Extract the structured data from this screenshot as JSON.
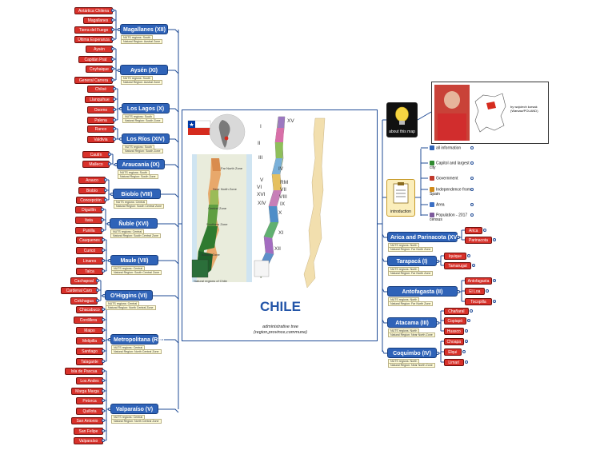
{
  "title": "CHILE",
  "subtitle_line1": "administrative tree",
  "subtitle_line2": "(region,province,commune)",
  "map_caption": "Natural regions of Chile",
  "map_zone_labels": [
    "Far North Zone",
    "Near North Zone",
    "Central Zone",
    "Southern Zone",
    "Austral Zone"
  ],
  "roman_numerals": [
    "I",
    "XV",
    "II",
    "III",
    "IV",
    "V",
    "RM",
    "VI",
    "VII",
    "XVI",
    "VIII",
    "XIV",
    "IX",
    "X",
    "XI",
    "XII"
  ],
  "about_label": "about this map",
  "author": "by wojciech korsak (Warsaw/POLAND)",
  "intro_label": "introduction",
  "intro_items": [
    {
      "name": "all information",
      "icon": "info-icon"
    },
    {
      "name": "Capitol and largest city",
      "icon": "flag-icon"
    },
    {
      "name": "Government",
      "icon": "government-icon"
    },
    {
      "name": "Independence from Spain",
      "icon": "independence-icon"
    },
    {
      "name": "Area",
      "icon": "area-icon"
    },
    {
      "name": "Population - 2017 census",
      "icon": "population-icon"
    }
  ],
  "left_regions": [
    {
      "name": "Magallanes (XII)",
      "notes": [
        "NUTS regions: South",
        "Natural Region: Austral Zone"
      ],
      "provinces": [
        "Antártica Chilena",
        "Magallanes",
        "Tierra del Fuego",
        "Última Esperanza"
      ]
    },
    {
      "name": "Aysén (XI)",
      "notes": [
        "NUTS regions: South",
        "Natural Region: Austral Zone"
      ],
      "provinces": [
        "Aysén",
        "Capitán Prat",
        "Coyhaique",
        "General Carrera"
      ]
    },
    {
      "name": "Los Lagos (X)",
      "notes": [
        "NUTS regions: South",
        "Natural Region: South Zone"
      ],
      "provinces": [
        "Chiloé",
        "Llanquihue",
        "Osorno",
        "Palena"
      ]
    },
    {
      "name": "Los Ríos (XIV)",
      "notes": [
        "NUTS regions: South",
        "Natural Region: South Zone"
      ],
      "provinces": [
        "Ranco",
        "Valdivia"
      ]
    },
    {
      "name": "Araucanía (IX)",
      "notes": [
        "NUTS regions: South",
        "Natural Region: South Zone"
      ],
      "provinces": [
        "Cautín",
        "Malleco"
      ]
    },
    {
      "name": "Biobío (VIII)",
      "notes": [
        "NUTS regions: Central",
        "Natural Region: South Central Zone"
      ],
      "provinces": [
        "Arauco",
        "Biobío",
        "Concepción"
      ]
    },
    {
      "name": "Ñuble (XVI)",
      "notes": [
        "NUTS regions: Central",
        "Natural Region: South Central Zone"
      ],
      "provinces": [
        "Diguillín",
        "Itata",
        "Punilla"
      ]
    },
    {
      "name": "Maule (VII)",
      "notes": [
        "NUTS regions: Central",
        "Natural Region: South Central Zone"
      ],
      "provinces": [
        "Cauquenes",
        "Curicó",
        "Linares",
        "Talca"
      ]
    },
    {
      "name": "O'Higgins (VI)",
      "notes": [
        "NUTS regions: Central",
        "Natural Region: North Central Zone"
      ],
      "provinces": [
        "Cachapoal",
        "Cardenal Caro",
        "Colchagua"
      ]
    },
    {
      "name": "Metropolitana (RM)",
      "notes": [
        "NUTS regions: Central",
        "Natural Region: North Central Zone"
      ],
      "provinces": [
        "Chacabuco",
        "Cordillera",
        "Maipo",
        "Melipilla",
        "Santiago",
        "Talagante"
      ]
    },
    {
      "name": "Valparaíso (V)",
      "notes": [
        "NUTS regions: Central",
        "Natural Region: North Central Zone"
      ],
      "provinces": [
        "Isla de Pascua",
        "Los Andes",
        "Marga Marga",
        "Petorca",
        "Quillota",
        "San Antonio",
        "San Felipe",
        "Valparaíso"
      ]
    }
  ],
  "right_regions": [
    {
      "name": "Arica and Parinacota (XV)",
      "notes": [
        "NUTS regions: North",
        "Natural Region: Far North Zone"
      ],
      "provinces": [
        "Arica",
        "Parinacota"
      ]
    },
    {
      "name": "Tarapacá (I)",
      "notes": [
        "NUTS regions: North",
        "Natural Region: Far North Zone"
      ],
      "provinces": [
        "Iquique",
        "Tamarugal"
      ]
    },
    {
      "name": "Antofagasta (II)",
      "notes": [
        "NUTS regions: North",
        "Natural Region: Far North Zone"
      ],
      "provinces": [
        "Antofagasta",
        "El Loa",
        "Tocopilla"
      ]
    },
    {
      "name": "Atacama (III)",
      "notes": [
        "NUTS regions: North",
        "Natural Region: Near North Zone"
      ],
      "provinces": [
        "Chañaral",
        "Copiapó",
        "Huasco"
      ]
    },
    {
      "name": "Coquimbo (IV)",
      "notes": [
        "NUTS regions: North",
        "Natural Region: Near North Zone"
      ],
      "provinces": [
        "Choapa",
        "Elqui",
        "Limarí"
      ]
    }
  ],
  "colors": {
    "region": "#2f63b8",
    "province": "#d8312a",
    "wire": "#1f4b96",
    "note": "#fffcd8",
    "title": "#2355a8"
  }
}
